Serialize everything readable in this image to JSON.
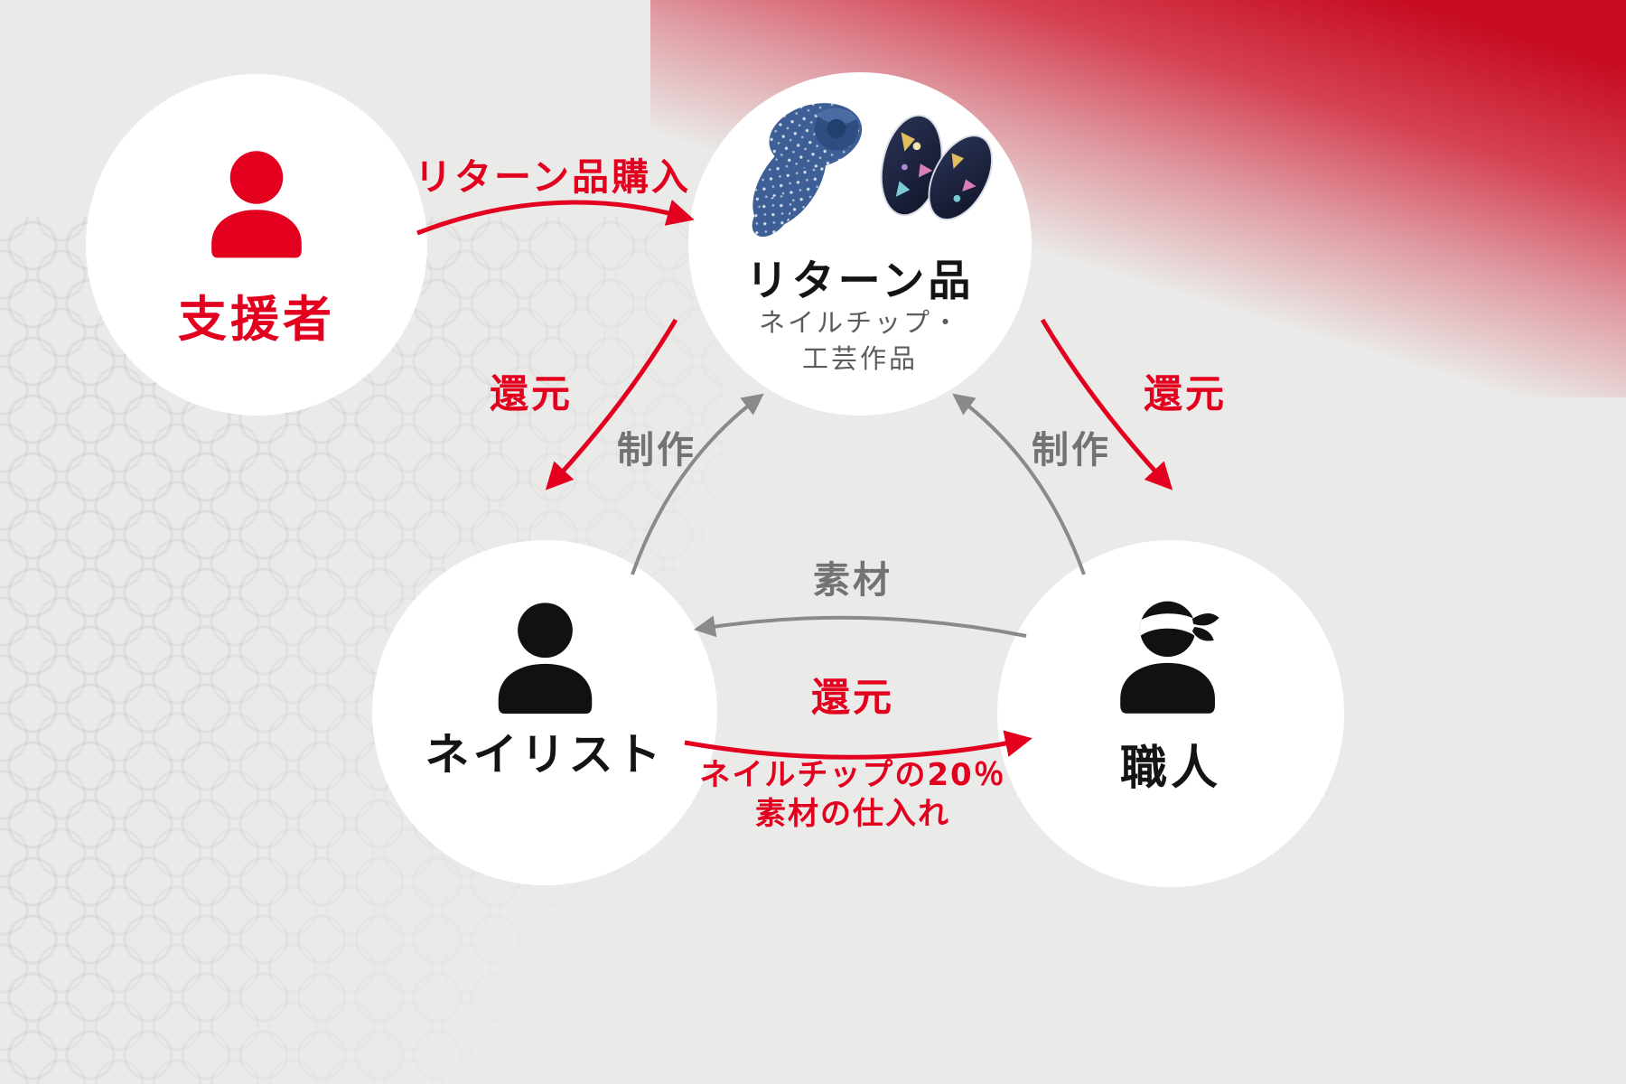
{
  "colors": {
    "accent_red": "#e3001f",
    "arrow_gray": "#8a8a8a",
    "text_dark": "#141414",
    "background": "#eaeae8"
  },
  "nodes": {
    "supporter": {
      "label": "支援者"
    },
    "return_item": {
      "title": "リターン品",
      "subtitle_line1": "ネイルチップ・",
      "subtitle_line2": "工芸作品"
    },
    "nailist": {
      "label": "ネイリスト"
    },
    "craftsman": {
      "label": "職人"
    }
  },
  "edges": {
    "purchase": {
      "label": "リターン品購入"
    },
    "return_to_nailist": {
      "label": "還元"
    },
    "return_to_craftsman": {
      "label": "還元"
    },
    "produce_left": {
      "label": "制作"
    },
    "produce_right": {
      "label": "制作"
    },
    "material": {
      "label": "素材"
    },
    "return_bottom": {
      "label": "還元",
      "note_line1": "ネイルチップの20％",
      "note_line2": "素材の仕入れ"
    }
  }
}
